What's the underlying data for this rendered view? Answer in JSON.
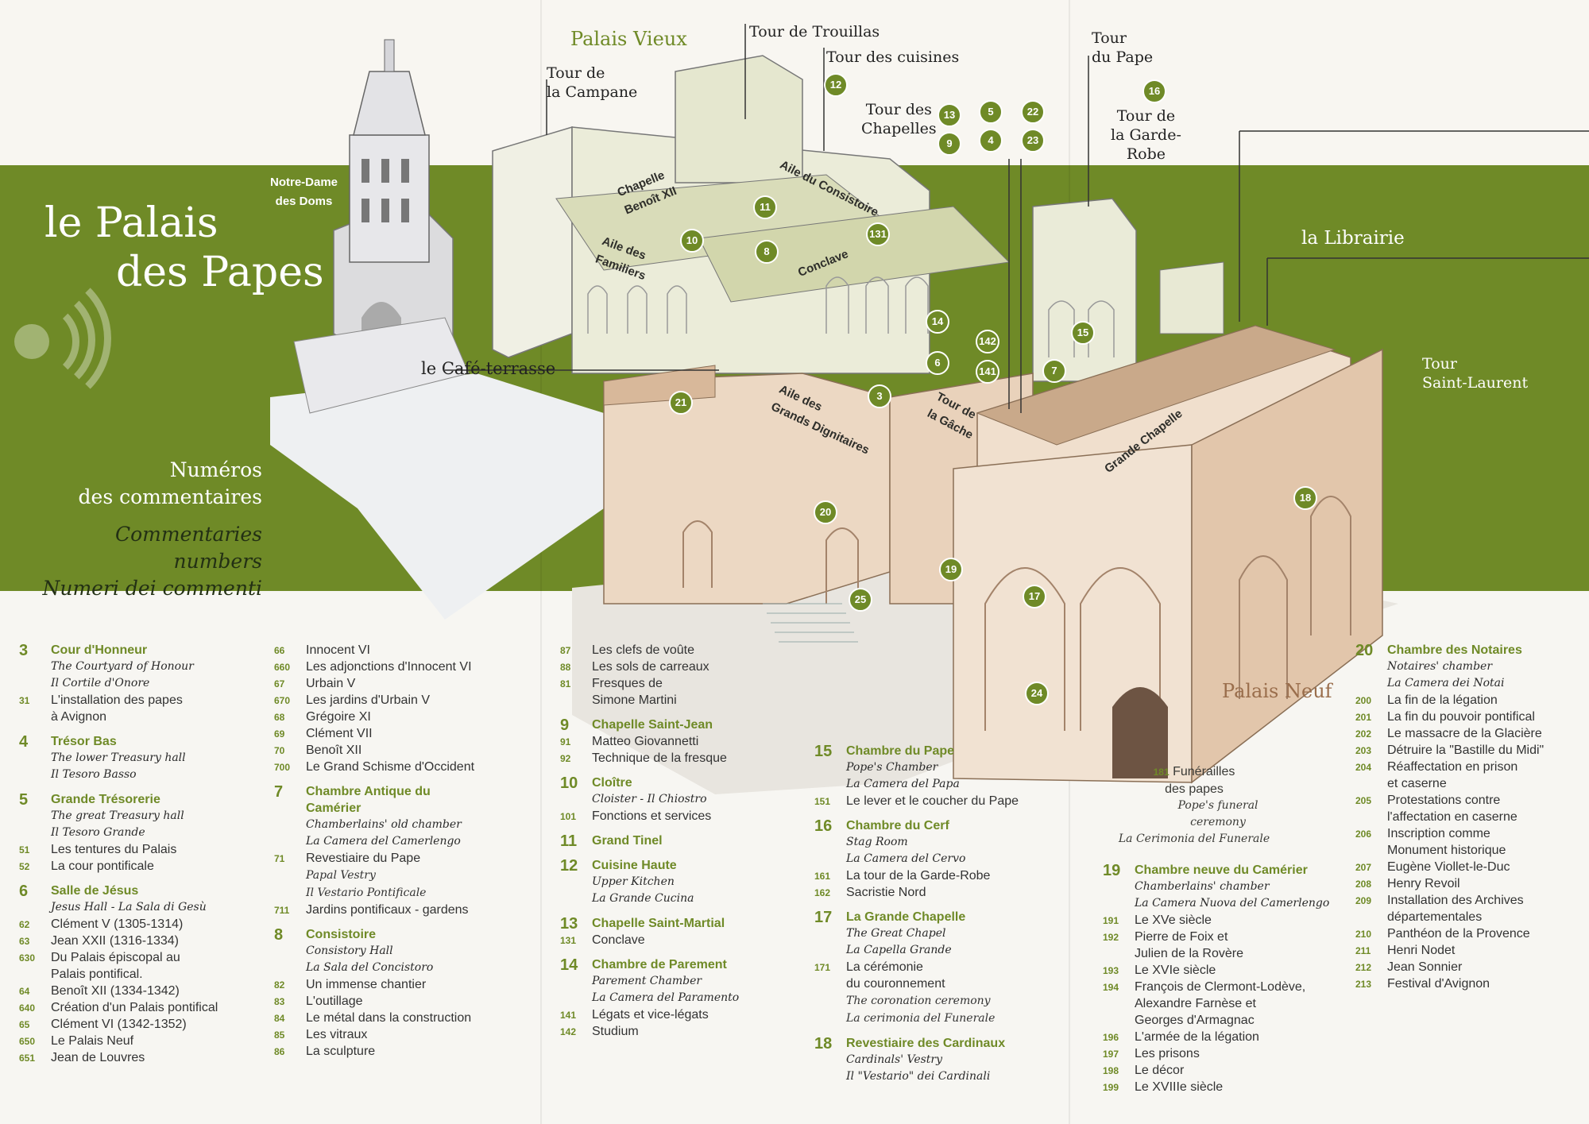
{
  "title": {
    "line1": "le Palais",
    "line2": "des Papes"
  },
  "legend": {
    "line1": "Numéros",
    "line2": "des commentaires",
    "en": "Commentaries numbers",
    "it": "Numeri dei commenti"
  },
  "colors": {
    "band": "#6f8a27",
    "paper": "#f6f4ee",
    "stone_old": "#efeee0",
    "stone_new": "#ecd9c6"
  },
  "labels": {
    "palais_vieux": "Palais Vieux",
    "tour_trouillas": "Tour de Trouillas",
    "tour_cuisines": "Tour des cuisines",
    "tour_campane": "Tour de\nla Campane",
    "tour_chapelles": "Tour des\nChapelles",
    "tour_pape": "Tour\ndu Pape",
    "tour_garde_robe": "Tour de\nla Garde-\nRobe",
    "notre_dame": "Notre-Dame\ndes Doms",
    "librairie": "la Librairie",
    "cafe": "le Café-terrasse",
    "tour_saint_laurent": "Tour\nSaint-Laurent",
    "palais_neuf": "Palais Neuf",
    "chapelle_benoit": "Chapelle\nBenoît XII",
    "aile_consistoire": "Aile du Consistoire",
    "aile_familiers": "Aile des\nFamiliers",
    "conclave": "Conclave",
    "aile_dignitaires": "Aile des\nGrands Dignitaires",
    "tour_gache": "Tour de\nla Gâche",
    "grande_chapelle": "Grande Chapelle",
    "funerailles": "Funérailles\ndes papes",
    "funerailles_num": "181",
    "funerailles_en": "Pope's funeral\nceremony",
    "funerailles_it": "La Cerimonia del Funerale"
  },
  "badges": [
    "12",
    "13",
    "5",
    "22",
    "9",
    "4",
    "23",
    "16",
    "11",
    "10",
    "8",
    "131",
    "14",
    "142",
    "15",
    "6",
    "141",
    "7",
    "3",
    "21",
    "20",
    "19",
    "17",
    "18",
    "25",
    "24"
  ],
  "columns": [
    [
      {
        "num": "3",
        "title": "Cour d'Honneur",
        "it": [
          "The Courtyard of Honour",
          "Il Cortile d'Onore"
        ],
        "rows": [
          [
            "31",
            "L'installation des papes\nà Avignon"
          ]
        ]
      },
      {
        "num": "4",
        "title": "Trésor Bas",
        "it": [
          "The lower Treasury hall",
          "Il Tesoro Basso"
        ],
        "rows": []
      },
      {
        "num": "5",
        "title": "Grande Trésorerie",
        "it": [
          "The great Treasury hall",
          "Il Tesoro Grande"
        ],
        "rows": [
          [
            "51",
            "Les tentures du Palais"
          ],
          [
            "52",
            "La cour pontificale"
          ]
        ]
      },
      {
        "num": "6",
        "title": "Salle de Jésus",
        "it": [
          "Jesus Hall - La Sala di Gesù"
        ],
        "rows": [
          [
            "62",
            "Clément V (1305-1314)"
          ],
          [
            "63",
            "Jean XXII (1316-1334)"
          ],
          [
            "630",
            "Du Palais épiscopal au\nPalais pontifical."
          ],
          [
            "64",
            "Benoît XII (1334-1342)"
          ],
          [
            "640",
            "Création d'un Palais pontifical"
          ],
          [
            "65",
            "Clément VI (1342-1352)"
          ],
          [
            "650",
            "Le Palais Neuf"
          ],
          [
            "651",
            "Jean de Louvres"
          ]
        ]
      }
    ],
    [
      {
        "num": "",
        "title": "",
        "it": [],
        "rows": [
          [
            "66",
            "Innocent VI"
          ],
          [
            "660",
            "Les adjonctions d'Innocent VI"
          ],
          [
            "67",
            "Urbain V"
          ],
          [
            "670",
            "Les jardins d'Urbain V"
          ],
          [
            "68",
            "Grégoire XI"
          ],
          [
            "69",
            "Clément VII"
          ],
          [
            "70",
            "Benoît XII"
          ],
          [
            "700",
            "Le Grand Schisme d'Occident"
          ]
        ]
      },
      {
        "num": "7",
        "title": "Chambre Antique du\nCamérier",
        "it": [
          "Chamberlains' old chamber",
          "La Camera del Camerlengo"
        ],
        "rows": [
          [
            "71",
            "Revestiaire du Pape"
          ],
          [
            "",
            "Papal Vestry"
          ],
          [
            "",
            "Il Vestario Pontificale"
          ],
          [
            "711",
            "Jardins pontificaux - gardens"
          ]
        ]
      },
      {
        "num": "8",
        "title": "Consistoire",
        "it": [
          "Consistory Hall",
          "La Sala del Concistoro"
        ],
        "rows": [
          [
            "82",
            "Un immense chantier"
          ],
          [
            "83",
            "L'outillage"
          ],
          [
            "84",
            "Le métal dans la construction"
          ],
          [
            "85",
            "Les vitraux"
          ],
          [
            "86",
            "La sculpture"
          ]
        ]
      }
    ],
    [
      {
        "num": "",
        "title": "",
        "it": [],
        "rows": [
          [
            "87",
            "Les clefs de voûte"
          ],
          [
            "88",
            "Les sols de carreaux"
          ],
          [
            "81",
            "Fresques de\nSimone Martini"
          ]
        ]
      },
      {
        "num": "9",
        "title": "Chapelle Saint-Jean",
        "it": [],
        "rows": [
          [
            "91",
            "Matteo Giovannetti"
          ],
          [
            "92",
            "Technique de la fresque"
          ]
        ]
      },
      {
        "num": "10",
        "title": "Cloître",
        "it": [
          "Cloister - Il Chiostro"
        ],
        "rows": [
          [
            "101",
            "Fonctions et services"
          ]
        ]
      },
      {
        "num": "11",
        "title": "Grand Tinel",
        "it": [],
        "rows": []
      },
      {
        "num": "12",
        "title": "Cuisine Haute",
        "it": [
          "Upper Kitchen",
          "La Grande Cucina"
        ],
        "rows": []
      },
      {
        "num": "13",
        "title": "Chapelle Saint-Martial",
        "it": [],
        "rows": [
          [
            "131",
            "Conclave"
          ]
        ]
      },
      {
        "num": "14",
        "title": "Chambre de Parement",
        "it": [
          "Parement Chamber",
          "La Camera del Paramento"
        ],
        "rows": [
          [
            "141",
            "Légats et vice-légats"
          ],
          [
            "142",
            "Studium"
          ]
        ]
      }
    ],
    [
      {
        "num": "15",
        "title": "Chambre du Pape",
        "it": [
          "Pope's Chamber",
          "La Camera del Papa"
        ],
        "rows": [
          [
            "151",
            "Le lever et le coucher du Pape"
          ]
        ]
      },
      {
        "num": "16",
        "title": "Chambre du Cerf",
        "it": [
          "Stag Room",
          "La Camera del Cervo"
        ],
        "rows": [
          [
            "161",
            "La tour de la Garde-Robe"
          ],
          [
            "162",
            "Sacristie Nord"
          ]
        ]
      },
      {
        "num": "17",
        "title": "La Grande Chapelle",
        "it": [
          "The Great Chapel",
          "La Capella Grande"
        ],
        "rows": [
          [
            "171",
            "La cérémonie\ndu couronnement"
          ],
          [
            "",
            "The coronation ceremony"
          ],
          [
            "",
            "La cerimonia del Funerale"
          ]
        ]
      },
      {
        "num": "18",
        "title": "Revestiaire des Cardinaux",
        "it": [
          "Cardinals' Vestry",
          "Il \"Vestario\" dei Cardinali"
        ],
        "rows": []
      }
    ],
    [
      {
        "num": "19",
        "title": "Chambre neuve du Camérier",
        "it": [
          "Chamberlains' chamber",
          "La Camera Nuova del Camerlengo"
        ],
        "rows": [
          [
            "191",
            "Le XVe siècle"
          ],
          [
            "192",
            "Pierre de Foix et\nJulien de la Rovère"
          ],
          [
            "193",
            "Le XVIe siècle"
          ],
          [
            "194",
            "François de Clermont-Lodève,\nAlexandre Farnèse et\nGeorges d'Armagnac"
          ],
          [
            "196",
            "L'armée de la légation"
          ],
          [
            "197",
            "Les prisons"
          ],
          [
            "198",
            "Le décor"
          ],
          [
            "199",
            "Le XVIIIe siècle"
          ]
        ]
      }
    ],
    [
      {
        "num": "20",
        "title": "Chambre des Notaires",
        "it": [
          "Notaires' chamber",
          "La Camera dei Notai"
        ],
        "rows": [
          [
            "200",
            "La fin de la légation"
          ],
          [
            "201",
            "La fin du pouvoir pontifical"
          ],
          [
            "202",
            "Le massacre de la Glacière"
          ],
          [
            "203",
            "Détruire la \"Bastille du Midi\""
          ],
          [
            "204",
            "Réaffectation en prison\net caserne"
          ],
          [
            "205",
            "Protestations contre\nl'affectation en caserne"
          ],
          [
            "206",
            "Inscription comme\nMonument historique"
          ],
          [
            "207",
            "Eugène Viollet-le-Duc"
          ],
          [
            "208",
            "Henry Revoil"
          ],
          [
            "209",
            "Installation des Archives\ndépartementales"
          ],
          [
            "210",
            "Panthéon de la Provence"
          ],
          [
            "211",
            "Henri Nodet"
          ],
          [
            "212",
            "Jean Sonnier"
          ],
          [
            "213",
            "Festival d'Avignon"
          ]
        ]
      }
    ]
  ]
}
